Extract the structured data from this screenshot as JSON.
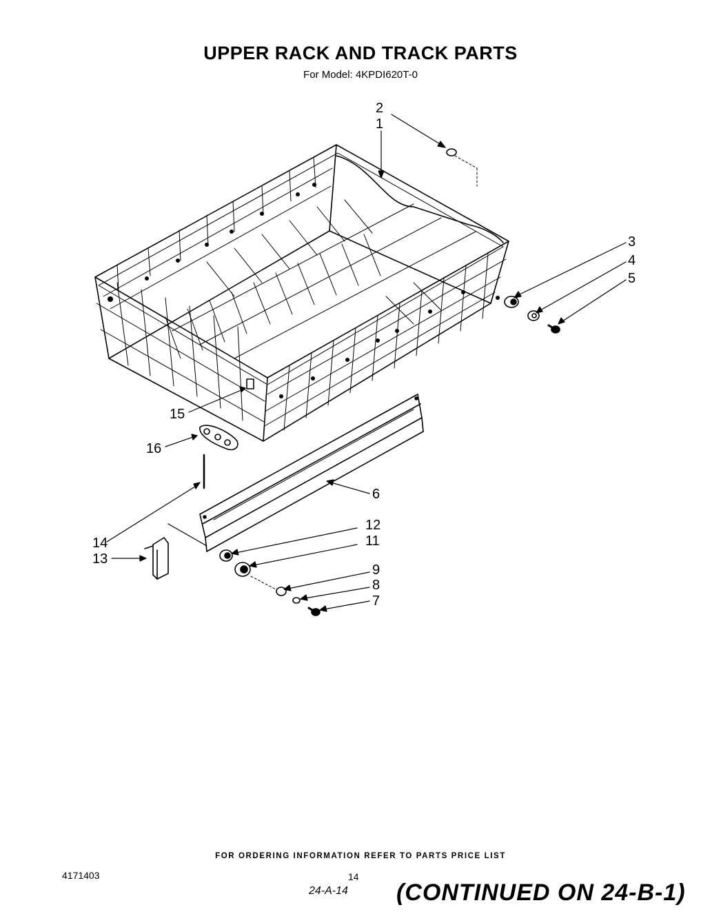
{
  "header": {
    "title": "UPPER RACK AND TRACK PARTS",
    "subtitle": "For Model: 4KPDI620T-0"
  },
  "callouts": [
    "1",
    "2",
    "3",
    "4",
    "5",
    "6",
    "7",
    "8",
    "9",
    "11",
    "12",
    "13",
    "14",
    "15",
    "16"
  ],
  "footer": {
    "ordering_note": "FOR ORDERING INFORMATION REFER TO PARTS PRICE LIST",
    "document_number": "4171403",
    "page_number": "14",
    "handwritten_ref": "24-A-14",
    "continued": "(CONTINUED ON 24-B-1)"
  }
}
